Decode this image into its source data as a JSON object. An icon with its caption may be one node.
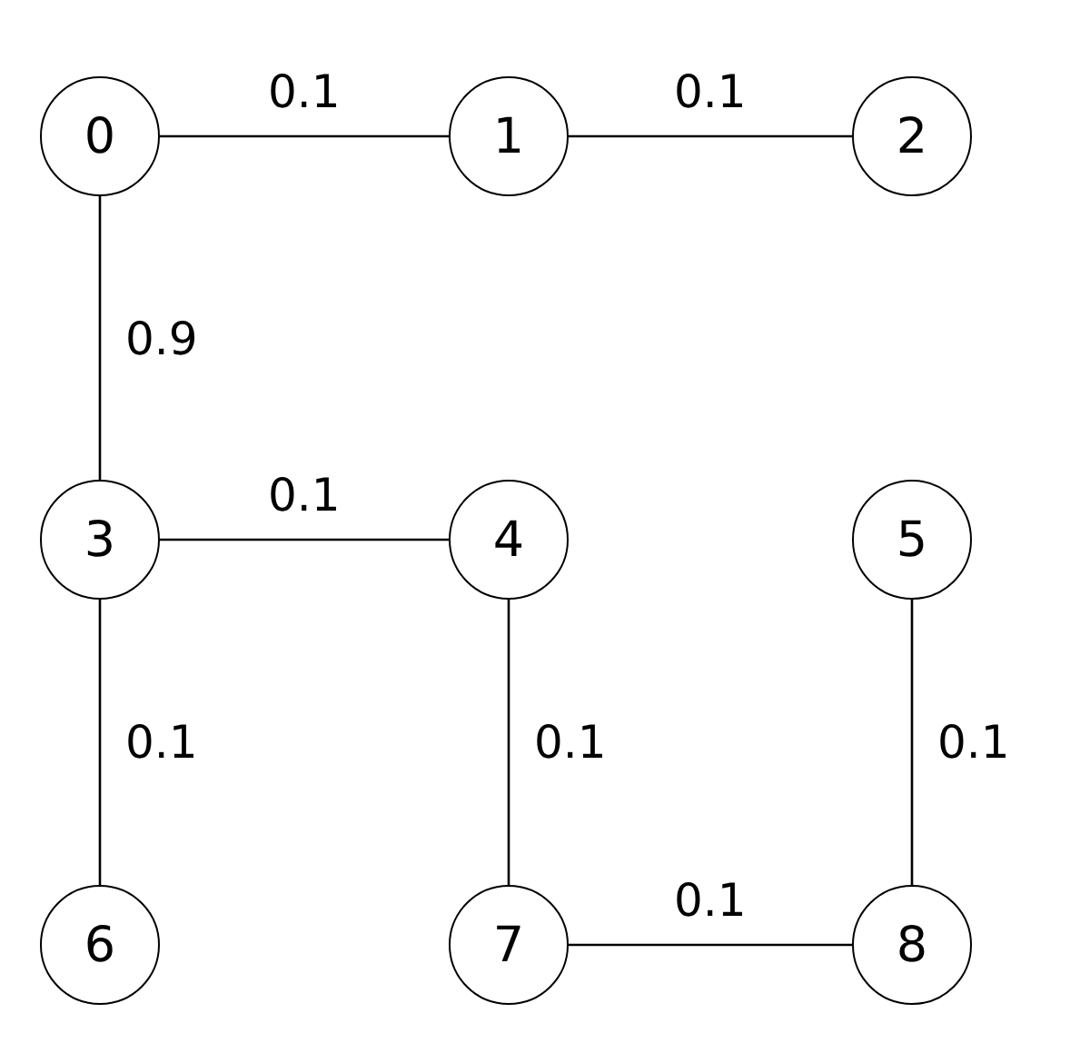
{
  "diagram": {
    "nodes": [
      {
        "text": [
          "0"
        ]
      },
      {
        "text": [
          "1"
        ]
      },
      {
        "text": [
          "2"
        ]
      },
      {
        "text": [
          "3"
        ]
      },
      {
        "text": [
          "4"
        ]
      },
      {
        "text": [
          "5"
        ]
      },
      {
        "text": [
          "6"
        ]
      },
      {
        "text": [
          "7"
        ]
      },
      {
        "text": [
          "8"
        ]
      }
    ],
    "edges": [
      {
        "from": 0,
        "to": 1,
        "arrow": "none",
        "label": "0.1"
      },
      {
        "from": 1,
        "to": 2,
        "arrow": "none",
        "label": "0.1"
      },
      {
        "from": 0,
        "to": 3,
        "arrow": "none",
        "label": "0.9"
      },
      {
        "from": 3,
        "to": 4,
        "arrow": "none",
        "label": "0.1"
      },
      {
        "from": 3,
        "to": 6,
        "arrow": "none",
        "label": "0.1"
      },
      {
        "from": 4,
        "to": 7,
        "arrow": "none",
        "label": "0.1"
      },
      {
        "from": 5,
        "to": 8,
        "arrow": "none",
        "label": "0.1"
      },
      {
        "from": 7,
        "to": 8,
        "arrow": "none",
        "label": "0.1"
      }
    ]
  }
}
